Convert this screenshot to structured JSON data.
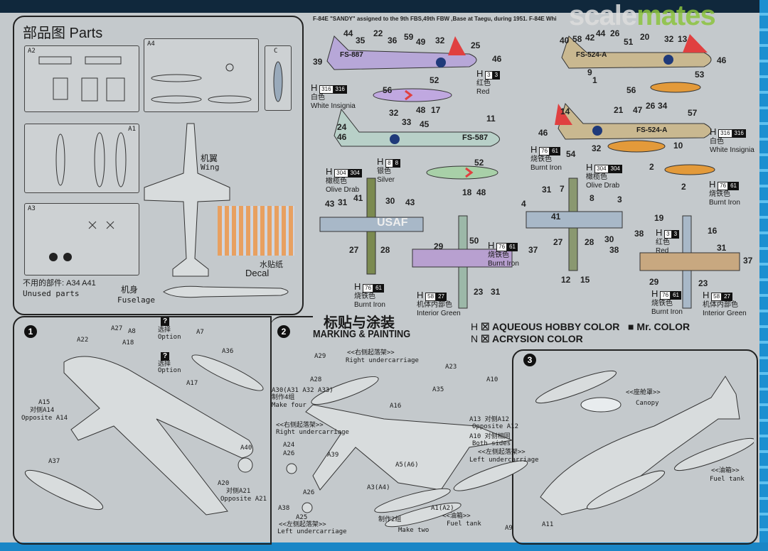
{
  "header": {
    "caption": "F-84E \"SANDY\" assigned to the 9th FBS,49th FBW ,Base at Taegu, during 1951.    F-84E Whi",
    "watermark": "scalemates",
    "watermark_a": "scale",
    "watermark_b": "mates"
  },
  "parts": {
    "title": "部品图  Parts",
    "wing_cn": "机翼",
    "wing_en": "Wing",
    "decal_cn": "水贴纸",
    "decal_en": "Decal",
    "unused_cn": "不用的部件: A34 A41",
    "unused_en": "Unused parts",
    "fuselage_cn": "机身",
    "fuselage_en": "Fuselage",
    "sprues": [
      "A2",
      "A4",
      "C",
      "A1",
      "A3"
    ]
  },
  "marking": {
    "title_cn": "标贴与涂装",
    "title_en": "MARKING & PAINTING",
    "legend_h": "H",
    "legend_h_text": "AQUEOUS HOBBY COLOR",
    "legend_mr": "Mr. COLOR",
    "legend_n": "N",
    "legend_n_text": "ACRYSION COLOR"
  },
  "callouts": [
    {
      "h": "316",
      "m": "316",
      "cn": "白色",
      "en": "White Insignia"
    },
    {
      "h": "3",
      "m": "3",
      "cn": "红色",
      "en": "Red"
    },
    {
      "h": "8",
      "m": "8",
      "cn": "银色",
      "en": "Silver"
    },
    {
      "h": "304",
      "m": "304",
      "cn": "橄榄色",
      "en": "Olive Drab"
    },
    {
      "h": "76",
      "m": "61",
      "cn": "烧铁色",
      "en": "Burnt Iron"
    },
    {
      "h": "76",
      "m": "61",
      "cn": "烧铁色",
      "en": "Burnt Iron"
    },
    {
      "h": "58",
      "m": "27",
      "cn": "机体内部色",
      "en": "Interior Green"
    },
    {
      "h": "76",
      "m": "61",
      "cn": "烧铁色",
      "en": "Burnt Iron"
    },
    {
      "h": "316",
      "m": "316",
      "cn": "白色",
      "en": "White Insignia"
    },
    {
      "h": "304",
      "m": "304",
      "cn": "橄榄色",
      "en": "Olive Drab"
    },
    {
      "h": "76",
      "m": "61",
      "cn": "烧铁色",
      "en": "Burnt Iron"
    },
    {
      "h": "3",
      "m": "3",
      "cn": "红色",
      "en": "Red"
    },
    {
      "h": "76",
      "m": "61",
      "cn": "烧铁色",
      "en": "Burnt Iron"
    },
    {
      "h": "58",
      "m": "27",
      "cn": "机体内部色",
      "en": "Interior Green"
    }
  ],
  "decal_numbers": [
    "44",
    "35",
    "22",
    "36",
    "59",
    "49",
    "32",
    "25",
    "39",
    "46",
    "56",
    "52",
    "48",
    "17",
    "24",
    "46",
    "32",
    "33",
    "45",
    "11",
    "52",
    "18",
    "48",
    "40",
    "58",
    "42",
    "44",
    "26",
    "51",
    "20",
    "32",
    "13",
    "46",
    "9",
    "1",
    "53",
    "56",
    "14",
    "46",
    "21",
    "47",
    "26",
    "34",
    "57",
    "54",
    "32",
    "10",
    "2",
    "2",
    "43",
    "31",
    "41",
    "30",
    "43",
    "27",
    "28",
    "29",
    "50",
    "23",
    "31",
    "4",
    "31",
    "7",
    "41",
    "8",
    "3",
    "37",
    "27",
    "28",
    "30",
    "38",
    "12",
    "15",
    "19",
    "16",
    "38",
    "29",
    "23",
    "31",
    "37"
  ],
  "codes": {
    "a": "FS-887",
    "b": "FS-587",
    "c": "FS-524-A",
    "d": "FS-524-A",
    "usaf": "USAF"
  },
  "steps": [
    {
      "num": "1",
      "labels": [
        "A22",
        "A27",
        "A8",
        "选择",
        "Option",
        "A7",
        "A18",
        "选择",
        "Option",
        "A17",
        "A36",
        "A15",
        "对侧A14",
        "Opposite A14",
        "A40",
        "A37",
        "A20",
        "对侧A21",
        "Opposite A21"
      ]
    },
    {
      "num": "2",
      "labels": [
        "A29",
        "A28",
        "<<右侧起落架>>",
        "Right undercarriage",
        "A30(A31 A32 A33)",
        "制作4组",
        "Make four",
        "A16",
        "A35",
        "A23",
        "A10",
        "A13 对侧A12",
        "Opposite A12",
        "A10 对侧相同",
        "Both sides",
        "<<左侧起落架>>",
        "Left undercarriage",
        "<<右侧起落架>>",
        "Right undercarriage",
        "A24",
        "A26",
        "A39",
        "A5(A6)",
        "A3(A4)",
        "A26",
        "A38",
        "A25",
        "A1(A2)",
        "<<左侧起落架>>",
        "Left undercarriage",
        "制作2组",
        "Make two",
        "<<油箱>>",
        "Fuel tank"
      ]
    },
    {
      "num": "3",
      "labels": [
        "<<座舱罩>>",
        "Canopy",
        "<<油箱>>",
        "Fuel tank",
        "A9",
        "A11"
      ]
    }
  ],
  "option_icon": "?"
}
